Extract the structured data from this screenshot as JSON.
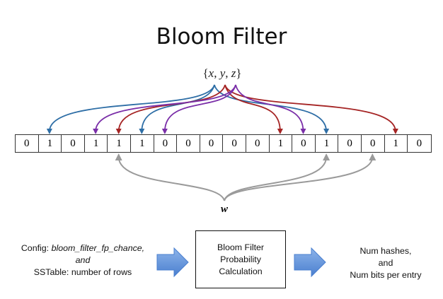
{
  "title": "Bloom Filter",
  "set_label": {
    "open": "{",
    "x": "x",
    "sep1": ", ",
    "y": "y",
    "sep2": ", ",
    "z": "z",
    "close": "}"
  },
  "bits": [
    "0",
    "1",
    "0",
    "1",
    "1",
    "1",
    "0",
    "0",
    "0",
    "0",
    "0",
    "1",
    "0",
    "1",
    "0",
    "0",
    "1",
    "0"
  ],
  "query_label": "w",
  "config_text": {
    "line1_prefix": "Config: ",
    "line1_param": "bloom_filter_fp_chance,",
    "line2": "and",
    "line3": "SSTable: number of rows"
  },
  "calc_box": {
    "line1": "Bloom Filter",
    "line2": "Probability",
    "line3": "Calculation"
  },
  "output_text": {
    "line1": "Num hashes,",
    "line2": "and",
    "line3": "Num bits per entry"
  },
  "colors": {
    "x": "#2e6ea6",
    "y": "#a52424",
    "z": "#7a2ea8",
    "w": "#9a9a9a",
    "block_arrow": "#5b8fd6"
  },
  "hash_targets": {
    "x": [
      1,
      5,
      13
    ],
    "y": [
      4,
      11,
      16
    ],
    "z": [
      3,
      6,
      12
    ],
    "w": [
      4,
      13,
      15
    ]
  }
}
